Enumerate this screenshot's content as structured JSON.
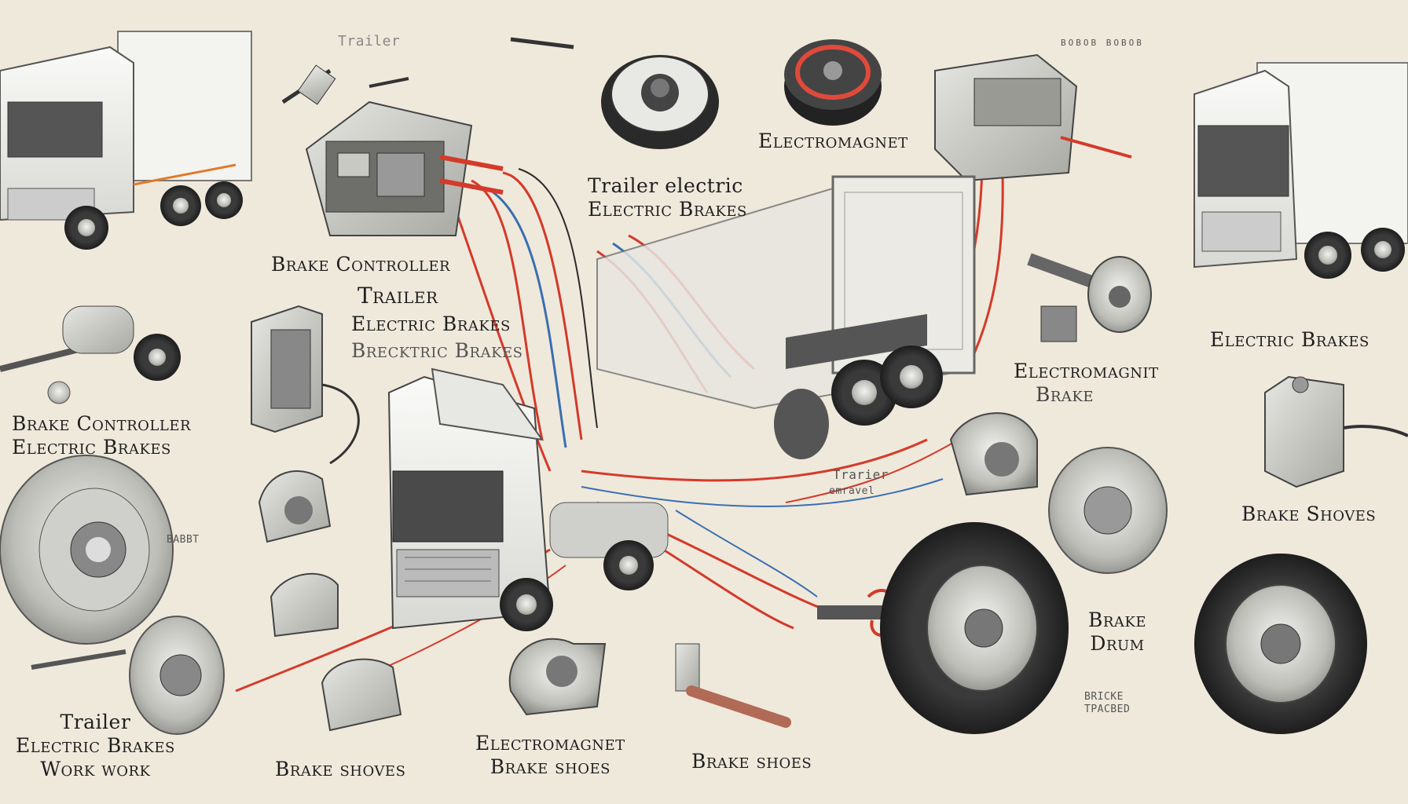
{
  "labels": {
    "trailer_top": "Trailer",
    "tiny_top_right": "BOBOB BOBOB",
    "electromagnet_top": "Electromagnet",
    "trailer_electric_l1": "Trailer electric",
    "trailer_electric_l2": "Electric Brakes",
    "brake_controller_center": "Brake Controller",
    "trailer_center": "Trailer",
    "electric_brakes_center": "Electric Brakes",
    "brecktric_brakes_center": "Brecktric Brakes",
    "brake_controller_left_l1": "Brake Controller",
    "brake_controller_left_l2": "Electric Brakes",
    "electric_brakes_right": "Electric Brakes",
    "electromagnit_right": "Electromagnit",
    "brake_right": "Brake",
    "trailer_small_center": "Trarier",
    "trailer_small_center_2": "emravel",
    "babbt_left": "BABBT",
    "brake_shoves_right": "Brake Shoves",
    "brake_drum_l1": "Brake",
    "brake_drum_l2": "Drum",
    "bricke_l1": "BRICKE",
    "bricke_l2": "TPACBED",
    "trailer_bottom_left_l1": "Trailer",
    "trailer_bottom_left_l2": "Electric Brakes",
    "trailer_bottom_left_l3": "Work work",
    "brake_shoves_bottom": "Brake shoves",
    "electromagnet_bottom_l1": "Electromagnet",
    "electromagnet_bottom_l2": "Brake shoes",
    "brake_shoes_bottom": "Brake shoes"
  },
  "colors": {
    "background": "#efe9dc",
    "wire_red": "#d43a2a",
    "wire_blue": "#3a6fb0",
    "ink": "#2a2a2a",
    "metal": "#c9c9c4",
    "truck_white": "#f4f4f1"
  }
}
